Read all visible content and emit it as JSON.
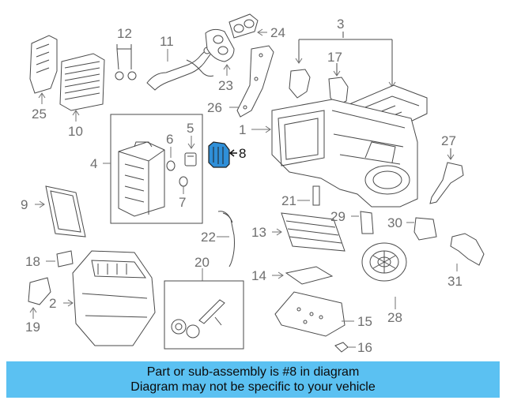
{
  "diagram": {
    "highlight_color": "#2f8fd8",
    "highlighted_part": "8",
    "callouts": [
      "1",
      "2",
      "3",
      "4",
      "5",
      "6",
      "7",
      "8",
      "9",
      "10",
      "11",
      "12",
      "13",
      "14",
      "15",
      "16",
      "17",
      "18",
      "19",
      "20",
      "21",
      "22",
      "23",
      "24",
      "25",
      "26",
      "27",
      "28",
      "29",
      "30",
      "31"
    ]
  },
  "banner": {
    "background": "#5bc1f2",
    "line1": "Part or sub-assembly is #8 in diagram",
    "line2": "Diagram may not be specific to your vehicle"
  }
}
